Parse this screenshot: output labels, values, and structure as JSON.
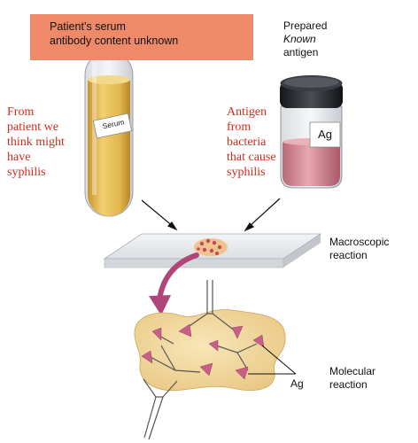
{
  "header_box": {
    "line1": "Patient’s serum",
    "line2": "antibody content unknown"
  },
  "serum_tube": {
    "label": "Serum"
  },
  "patient_note": [
    "From",
    "patient we",
    "think might",
    "have",
    "syphilis"
  ],
  "antigen_bottle": {
    "label": "Ag",
    "caption_line1": "Prepared",
    "caption_known": "Known",
    "caption_line3": "antigen"
  },
  "antigen_note": [
    "Antigen",
    "from",
    "bacteria",
    "that cause",
    "syphilis"
  ],
  "macro_label": [
    "Macroscopic",
    "reaction"
  ],
  "molecular_label": [
    "Molecular",
    "reaction"
  ],
  "ag_pointer_label": "Ag",
  "colors": {
    "salmon_box": "#ee8a6a",
    "serum": "#e3b64c",
    "bottle_fluid": "#d98a96",
    "cap": "#2a2c33",
    "annotation_red": "#d42a1e",
    "particle": "#f1d99e",
    "antigen_cone": "#c85f86",
    "curved_arrow": "#b0457a"
  }
}
